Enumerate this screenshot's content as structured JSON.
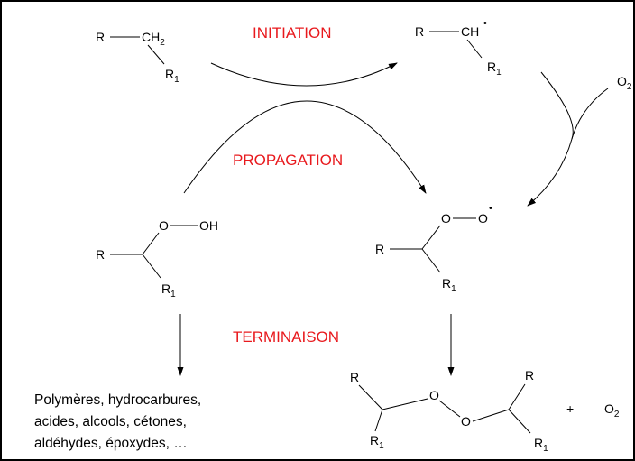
{
  "stages": {
    "initiation": "INITIATION",
    "propagation": "PROPAGATION",
    "termination": "TERMINAISON"
  },
  "atoms": {
    "r": "R",
    "r1_main": "R",
    "r1_sub": "1",
    "ch2_main": "CH",
    "ch2_sub": "2",
    "ch_radical": "CH",
    "o": "O",
    "oh": "OH",
    "radical_dot": "•",
    "o2_main": "O",
    "o2_sub": "2",
    "plus": "+"
  },
  "products": {
    "lines": [
      "Polymères, hydrocarbures,",
      "acides, alcools, cétones,",
      "aldéhydes, époxydes, …"
    ]
  }
}
